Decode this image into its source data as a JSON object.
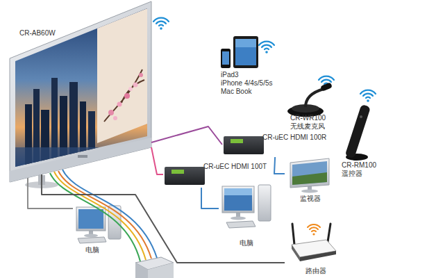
{
  "diagram": {
    "nodes": [
      {
        "text": [
          "CR-AB60W"
        ]
      },
      {
        "text": [
          "iPad3",
          "iPhone 4/4s/5/5s",
          "Mac Book"
        ]
      },
      {
        "text": [
          "CR-WR100",
          "无线麦克风"
        ]
      },
      {
        "text": [
          "CR-uEC HDMI 100R"
        ]
      },
      {
        "text": [
          "CR-RM100",
          "遥控器"
        ]
      },
      {
        "text": [
          "CR-uEC HDMI 100T"
        ]
      },
      {
        "text": [
          "监视器"
        ]
      },
      {
        "text": [
          "电脑"
        ]
      },
      {
        "text": [
          "电脑"
        ]
      },
      {
        "text": [
          "路由器"
        ]
      }
    ],
    "edges": [
      {
        "from": 0,
        "to": 3,
        "arrow": "none"
      },
      {
        "from": 3,
        "to": 6,
        "arrow": "none"
      },
      {
        "from": 0,
        "to": 5,
        "arrow": "none"
      },
      {
        "from": 5,
        "to": 7,
        "arrow": "none"
      },
      {
        "from": 0,
        "to": 8,
        "arrow": "none"
      },
      {
        "from": 0,
        "to": 9,
        "arrow": "none"
      }
    ]
  }
}
